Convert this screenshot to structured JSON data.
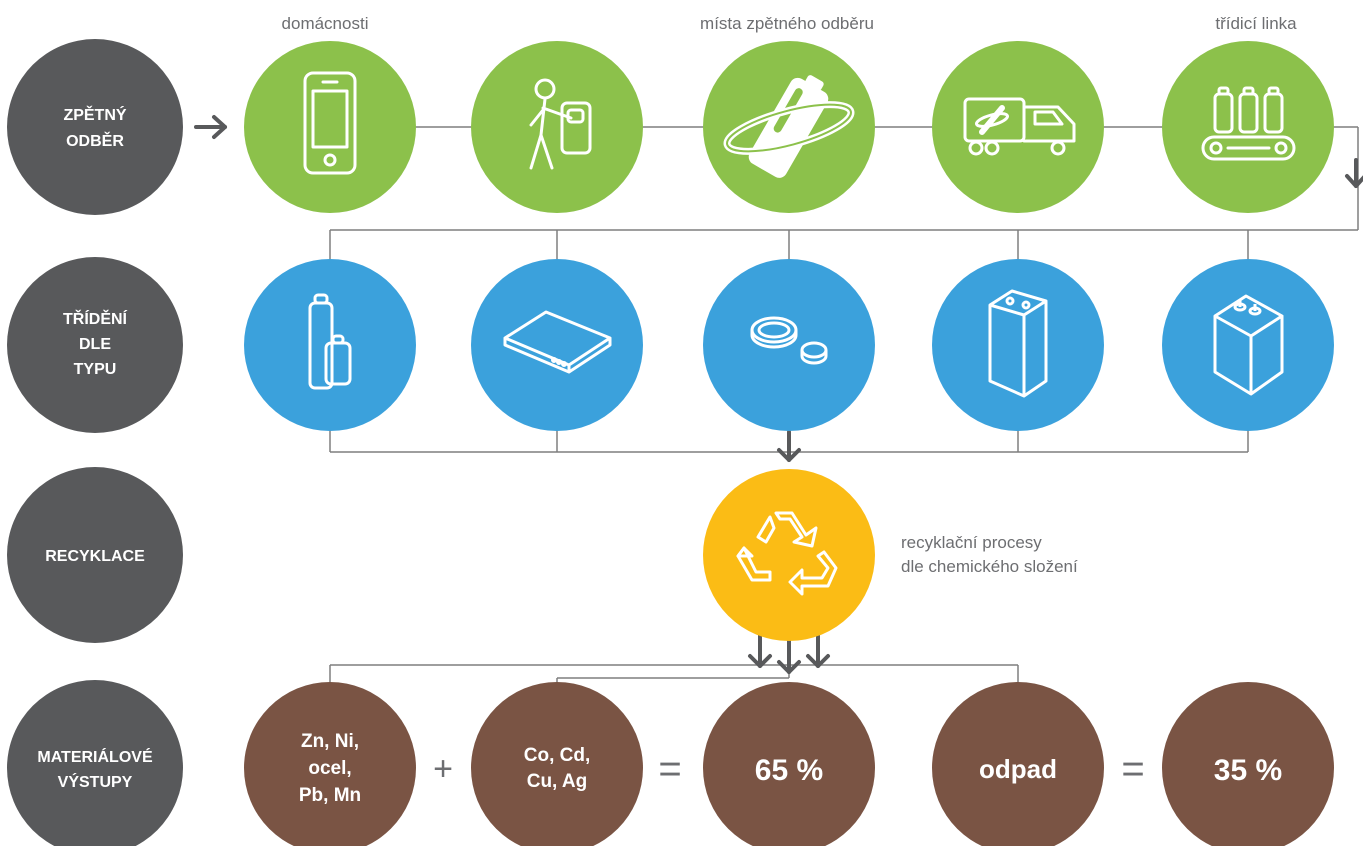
{
  "colors": {
    "gray": "#58595b",
    "green": "#8cc14b",
    "blue": "#3ba1dc",
    "yellow": "#fbbc15",
    "brown": "#7a5444",
    "line": "#7f7f7f",
    "arrow": "#58595b",
    "text": "#6d6e71"
  },
  "rows": {
    "row1_label_line1": "ZPĚTNÝ",
    "row1_label_line2": "ODBĚR",
    "row2_label_line1": "TŘÍDĚNÍ",
    "row2_label_line2": "DLE",
    "row2_label_line3": "TYPU",
    "row3_label": "RECYKLACE",
    "row4_label_line1": "MATERIÁLOVÉ",
    "row4_label_line2": "VÝSTUPY"
  },
  "captions": {
    "households": "domácnosti",
    "collection_points": "místa zpětného odběru",
    "sorting_line": "třídicí linka",
    "recycling_line1": "recyklační procesy",
    "recycling_line2": "dle chemického složení"
  },
  "collection_steps": [
    {
      "icon": "smartphone-icon"
    },
    {
      "icon": "person-dropping-battery-icon"
    },
    {
      "icon": "battery-ring-icon"
    },
    {
      "icon": "truck-icon"
    },
    {
      "icon": "conveyor-batteries-icon"
    }
  ],
  "battery_types": [
    {
      "icon": "cylindrical-batteries-icon"
    },
    {
      "icon": "flat-battery-pack-icon"
    },
    {
      "icon": "button-cells-icon"
    },
    {
      "icon": "prismatic-battery-icon"
    },
    {
      "icon": "lead-acid-battery-icon"
    }
  ],
  "recycling": {
    "icon": "recycle-icon"
  },
  "outputs": {
    "metals1_line1": "Zn, Ni,",
    "metals1_line2": "ocel,",
    "metals1_line3": "Pb, Mn",
    "plus": "+",
    "metals2_line1": "Co, Cd,",
    "metals2_line2": "Cu, Ag",
    "equals1": "=",
    "recovered": "65 %",
    "waste": "odpad",
    "equals2": "=",
    "waste_share": "35 %"
  }
}
